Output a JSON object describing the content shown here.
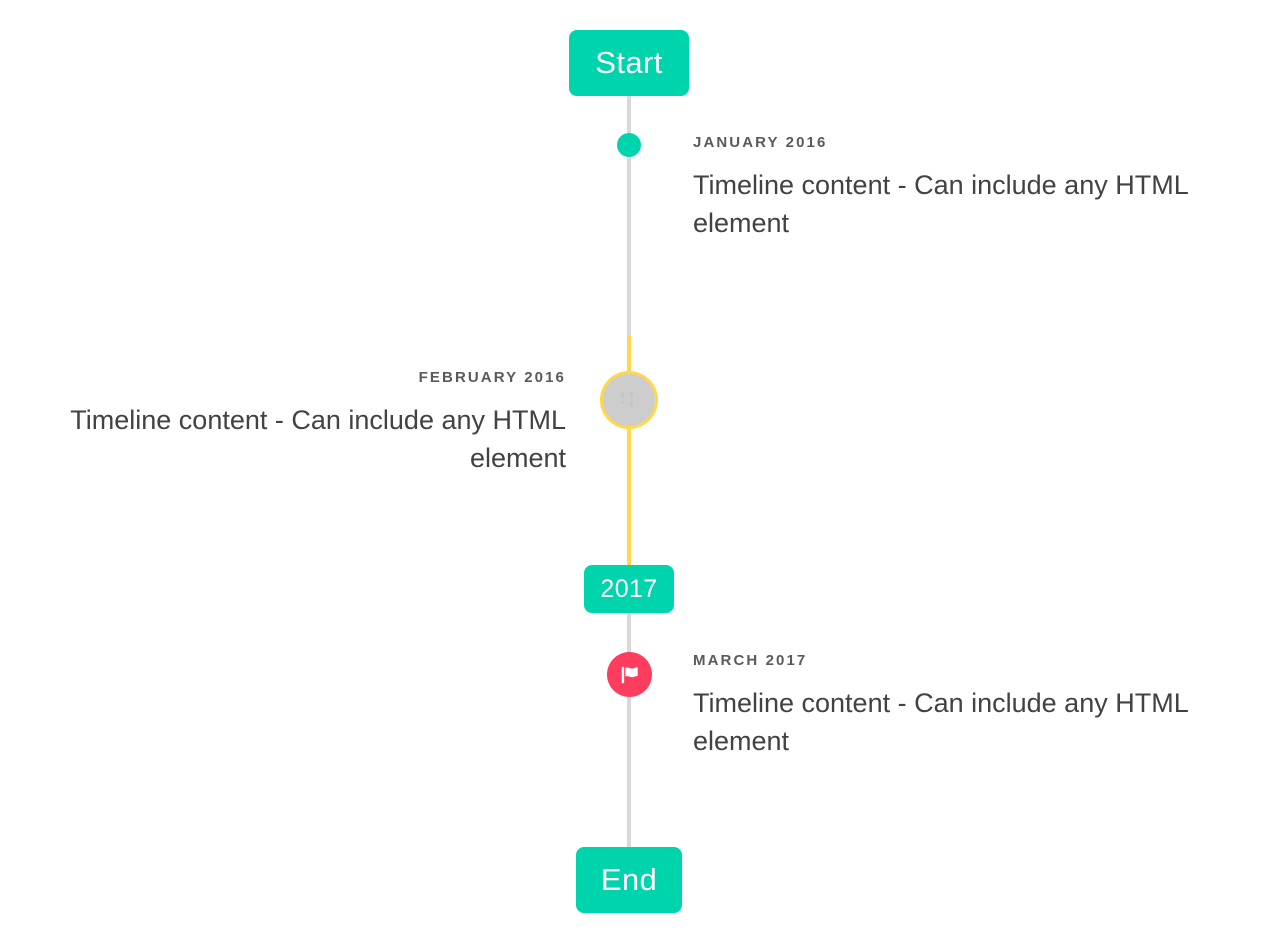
{
  "timeline": {
    "axis_color": "#d8d8d8",
    "highlight_color": "#FFD84C",
    "accent_color": "#00D4AC",
    "marker_flag_color": "#FC3D5E",
    "badges": {
      "start": "Start",
      "middle": "2017",
      "end": "End"
    },
    "entries": [
      {
        "date": "JANUARY 2016",
        "body": "Timeline content - Can include any HTML element",
        "side": "right",
        "marker": "dot"
      },
      {
        "date": "FEBRUARY 2016",
        "body": "Timeline content - Can include any HTML element",
        "side": "left",
        "marker": "ring-placeholder-icon"
      },
      {
        "date": "MARCH 2017",
        "body": "Timeline content - Can include any HTML element",
        "side": "right",
        "marker": "flag-icon"
      }
    ]
  }
}
